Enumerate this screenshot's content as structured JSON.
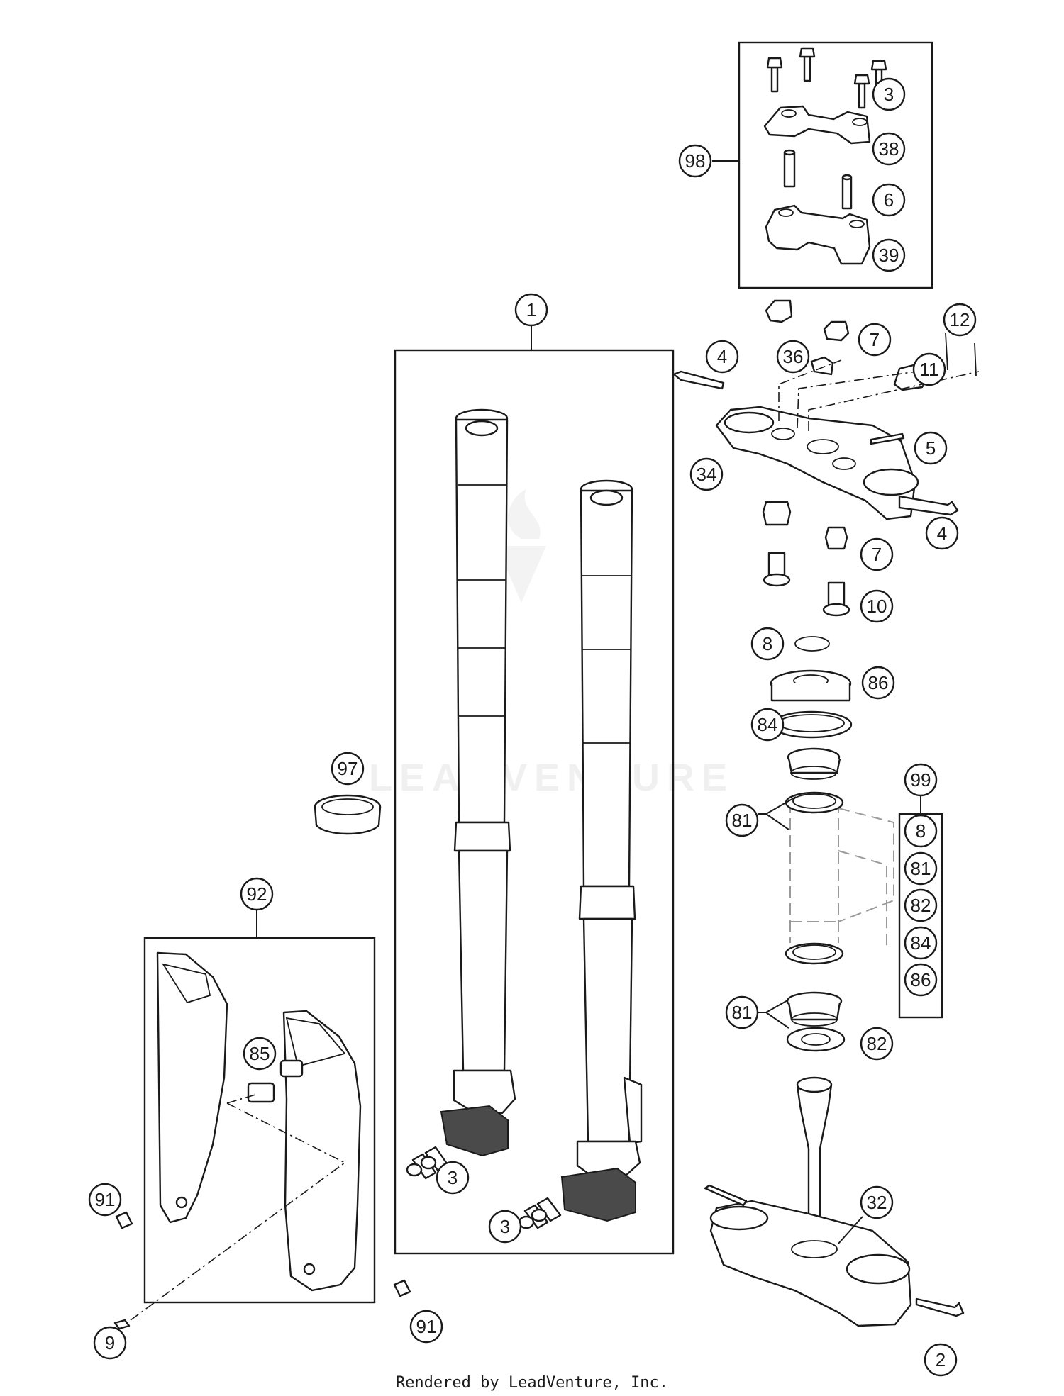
{
  "callouts": {
    "c1": "1",
    "c2": "2",
    "c3a": "3",
    "c3b": "3",
    "c3c": "3",
    "c4a": "4",
    "c4b": "4",
    "c5": "5",
    "c6": "6",
    "c7a": "7",
    "c7b": "7",
    "c8a": "8",
    "c8b": "8",
    "c9": "9",
    "c10": "10",
    "c11": "11",
    "c12": "12",
    "c32": "32",
    "c34": "34",
    "c36": "36",
    "c38": "38",
    "c39": "39",
    "c81a": "81",
    "c81b": "81",
    "c81c": "81",
    "c82a": "82",
    "c82b": "82",
    "c84a": "84",
    "c84b": "84",
    "c85": "85",
    "c86a": "86",
    "c86b": "86",
    "c91a": "91",
    "c91b": "91",
    "c92": "92",
    "c97": "97",
    "c98": "98",
    "c99": "99"
  },
  "watermark": "LEADVENTURE",
  "footer": "Rendered by LeadVenture, Inc."
}
